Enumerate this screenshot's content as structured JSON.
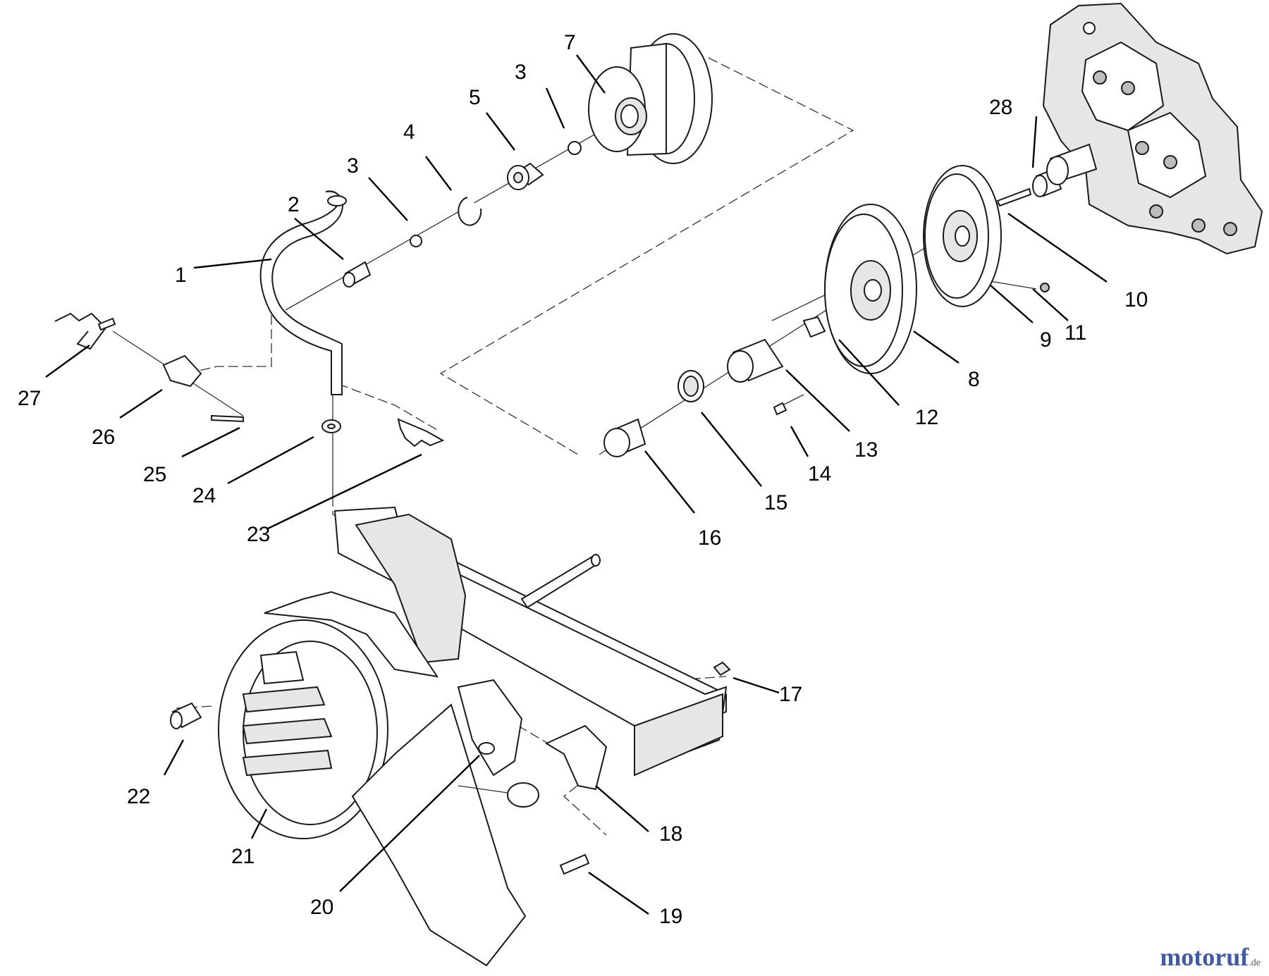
{
  "diagram": {
    "labels": {
      "p1": "1",
      "p2": "2",
      "p3a": "3",
      "p3b": "3",
      "p4": "4",
      "p5": "5",
      "p7": "7",
      "p8": "8",
      "p9": "9",
      "p10": "10",
      "p11": "11",
      "p12": "12",
      "p13": "13",
      "p14": "14",
      "p15": "15",
      "p16": "16",
      "p17": "17",
      "p18": "18",
      "p19": "19",
      "p20": "20",
      "p21": "21",
      "p22": "22",
      "p23": "23",
      "p24": "24",
      "p25": "25",
      "p26": "26",
      "p27": "27",
      "p28": "28"
    }
  },
  "watermark": {
    "main": "motoruf",
    "tld": ".de"
  },
  "colors": {
    "line": "#1a1a1a",
    "watermark": "#3f5aa8",
    "watermark_accent": "#e8a020"
  }
}
